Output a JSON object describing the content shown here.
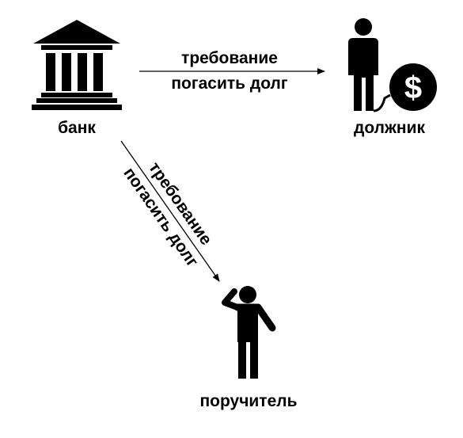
{
  "nodes": {
    "bank": {
      "label": "банк",
      "icon": "bank-building-icon"
    },
    "debtor": {
      "label": "должник",
      "icon": "person-with-dollar-ball-icon"
    },
    "guarantor": {
      "label": "поручитель",
      "icon": "confused-person-icon"
    }
  },
  "edges": {
    "bank_to_debtor": {
      "label_line1": "требование",
      "label_line2": "погасить долг"
    },
    "bank_to_guarantor": {
      "label_line1": "требование",
      "label_line2": "погасить долг"
    }
  },
  "colors": {
    "ink": "#000000",
    "background": "#ffffff"
  }
}
